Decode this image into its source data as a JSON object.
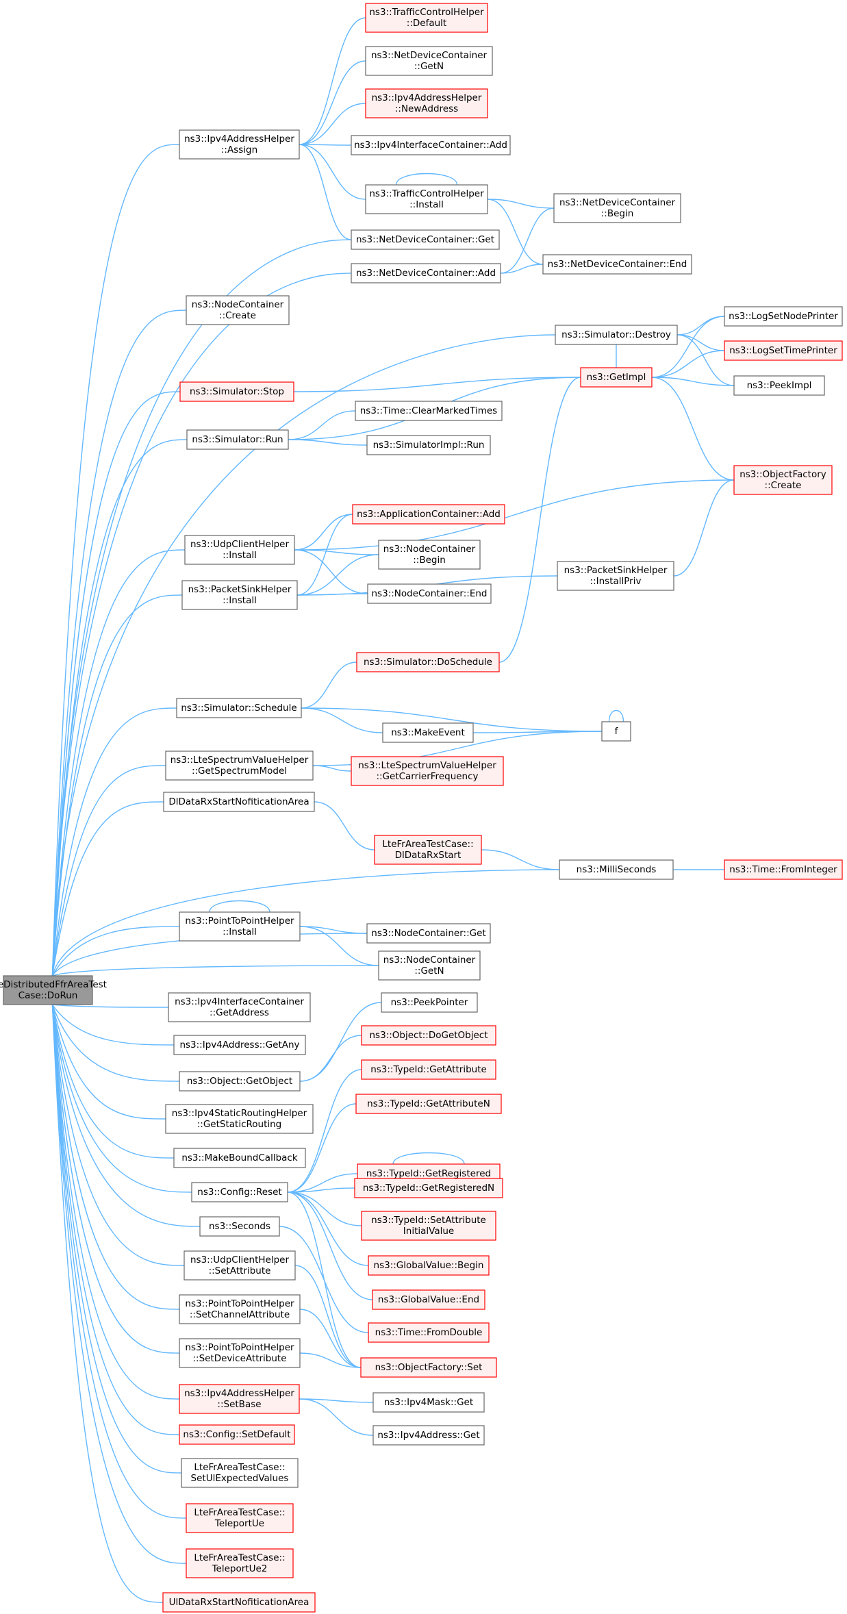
{
  "graph": {
    "edge_color": "#63b8ff",
    "border_normal": "#666666",
    "border_red": "#ff0000",
    "fill_red": "#fff0f0",
    "fill_root": "#999999",
    "nodes": [
      {
        "id": "root",
        "lines": [
          "LteDistributedFfrAreaTest",
          "Case::DoRun"
        ],
        "style": "root"
      },
      {
        "id": "ipv4ah_assign",
        "lines": [
          "ns3::Ipv4AddressHelper",
          "::Assign"
        ],
        "style": "normal"
      },
      {
        "id": "tch_default",
        "lines": [
          "ns3::TrafficControlHelper",
          "::Default"
        ],
        "style": "red"
      },
      {
        "id": "ndc_getn",
        "lines": [
          "ns3::NetDeviceContainer",
          "::GetN"
        ],
        "style": "normal"
      },
      {
        "id": "ipv4ah_newaddr",
        "lines": [
          "ns3::Ipv4AddressHelper",
          "::NewAddress"
        ],
        "style": "red"
      },
      {
        "id": "ipv4ic_add",
        "lines": [
          "ns3::Ipv4InterfaceContainer::Add"
        ],
        "style": "normal"
      },
      {
        "id": "tch_install",
        "lines": [
          "ns3::TrafficControlHelper",
          "::Install"
        ],
        "style": "normal"
      },
      {
        "id": "ndc_begin",
        "lines": [
          "ns3::NetDeviceContainer",
          "::Begin"
        ],
        "style": "normal"
      },
      {
        "id": "ndc_get",
        "lines": [
          "ns3::NetDeviceContainer::Get"
        ],
        "style": "normal"
      },
      {
        "id": "ndc_add",
        "lines": [
          "ns3::NetDeviceContainer::Add"
        ],
        "style": "normal"
      },
      {
        "id": "ndc_end",
        "lines": [
          "ns3::NetDeviceContainer::End"
        ],
        "style": "normal"
      },
      {
        "id": "nc_create",
        "lines": [
          "ns3::NodeContainer",
          "::Create"
        ],
        "style": "normal"
      },
      {
        "id": "sim_destroy",
        "lines": [
          "ns3::Simulator::Destroy"
        ],
        "style": "normal"
      },
      {
        "id": "log_nodeprinter",
        "lines": [
          "ns3::LogSetNodePrinter"
        ],
        "style": "normal"
      },
      {
        "id": "log_timeprinter",
        "lines": [
          "ns3::LogSetTimePrinter"
        ],
        "style": "red"
      },
      {
        "id": "sim_stop",
        "lines": [
          "ns3::Simulator::Stop"
        ],
        "style": "red"
      },
      {
        "id": "getimpl",
        "lines": [
          "ns3::GetImpl"
        ],
        "style": "red"
      },
      {
        "id": "peekimpl",
        "lines": [
          "ns3::PeekImpl"
        ],
        "style": "normal"
      },
      {
        "id": "sim_run",
        "lines": [
          "ns3::Simulator::Run"
        ],
        "style": "normal"
      },
      {
        "id": "time_clear",
        "lines": [
          "ns3::Time::ClearMarkedTimes"
        ],
        "style": "normal"
      },
      {
        "id": "simimpl_run",
        "lines": [
          "ns3::SimulatorImpl::Run"
        ],
        "style": "normal"
      },
      {
        "id": "of_create",
        "lines": [
          "ns3::ObjectFactory",
          "::Create"
        ],
        "style": "red"
      },
      {
        "id": "appc_add",
        "lines": [
          "ns3::ApplicationContainer::Add"
        ],
        "style": "red"
      },
      {
        "id": "udpch_install",
        "lines": [
          "ns3::UdpClientHelper",
          "::Install"
        ],
        "style": "normal"
      },
      {
        "id": "nc_begin",
        "lines": [
          "ns3::NodeContainer",
          "::Begin"
        ],
        "style": "normal"
      },
      {
        "id": "psh_install",
        "lines": [
          "ns3::PacketSinkHelper",
          "::Install"
        ],
        "style": "normal"
      },
      {
        "id": "psh_installpriv",
        "lines": [
          "ns3::PacketSinkHelper",
          "::InstallPriv"
        ],
        "style": "normal"
      },
      {
        "id": "nc_end",
        "lines": [
          "ns3::NodeContainer::End"
        ],
        "style": "normal"
      },
      {
        "id": "sim_doschedule",
        "lines": [
          "ns3::Simulator::DoSchedule"
        ],
        "style": "red"
      },
      {
        "id": "sim_schedule",
        "lines": [
          "ns3::Simulator::Schedule"
        ],
        "style": "normal"
      },
      {
        "id": "f",
        "lines": [
          "f"
        ],
        "style": "normal"
      },
      {
        "id": "makeevent",
        "lines": [
          "ns3::MakeEvent"
        ],
        "style": "normal"
      },
      {
        "id": "ltesvh_getspec",
        "lines": [
          "ns3::LteSpectrumValueHelper",
          "::GetSpectrumModel"
        ],
        "style": "normal"
      },
      {
        "id": "ltesvh_getcarrier",
        "lines": [
          "ns3::LteSpectrumValueHelper",
          "::GetCarrierFrequency"
        ],
        "style": "red"
      },
      {
        "id": "dldata_area",
        "lines": [
          "DlDataRxStartNofiticationArea"
        ],
        "style": "normal"
      },
      {
        "id": "ltefr_dlstart",
        "lines": [
          "LteFrAreaTestCase::",
          "DlDataRxStart"
        ],
        "style": "red"
      },
      {
        "id": "milliseconds",
        "lines": [
          "ns3::MilliSeconds"
        ],
        "style": "normal"
      },
      {
        "id": "time_frominteger",
        "lines": [
          "ns3::Time::FromInteger"
        ],
        "style": "red"
      },
      {
        "id": "p2ph_install",
        "lines": [
          "ns3::PointToPointHelper",
          "::Install"
        ],
        "style": "normal"
      },
      {
        "id": "nc_get",
        "lines": [
          "ns3::NodeContainer::Get"
        ],
        "style": "normal"
      },
      {
        "id": "nc_getn",
        "lines": [
          "ns3::NodeContainer",
          "::GetN"
        ],
        "style": "normal"
      },
      {
        "id": "ipv4ic_getaddr",
        "lines": [
          "ns3::Ipv4InterfaceContainer",
          "::GetAddress"
        ],
        "style": "normal"
      },
      {
        "id": "peekpointer",
        "lines": [
          "ns3::PeekPointer"
        ],
        "style": "normal"
      },
      {
        "id": "ipv4addr_getany",
        "lines": [
          "ns3::Ipv4Address::GetAny"
        ],
        "style": "normal"
      },
      {
        "id": "obj_dogetobject",
        "lines": [
          "ns3::Object::DoGetObject"
        ],
        "style": "red"
      },
      {
        "id": "obj_getobject",
        "lines": [
          "ns3::Object::GetObject"
        ],
        "style": "normal"
      },
      {
        "id": "typeid_getattr",
        "lines": [
          "ns3::TypeId::GetAttribute"
        ],
        "style": "red"
      },
      {
        "id": "ipv4srh_getstatic",
        "lines": [
          "ns3::Ipv4StaticRoutingHelper",
          "::GetStaticRouting"
        ],
        "style": "normal"
      },
      {
        "id": "typeid_getattrn",
        "lines": [
          "ns3::TypeId::GetAttributeN"
        ],
        "style": "red"
      },
      {
        "id": "makeboundcallback",
        "lines": [
          "ns3::MakeBoundCallback"
        ],
        "style": "normal"
      },
      {
        "id": "typeid_getreg",
        "lines": [
          "ns3::TypeId::GetRegistered"
        ],
        "style": "red"
      },
      {
        "id": "config_reset",
        "lines": [
          "ns3::Config::Reset"
        ],
        "style": "normal"
      },
      {
        "id": "typeid_getregn",
        "lines": [
          "ns3::TypeId::GetRegisteredN"
        ],
        "style": "red"
      },
      {
        "id": "typeid_setattrinit",
        "lines": [
          "ns3::TypeId::SetAttribute",
          "InitialValue"
        ],
        "style": "red"
      },
      {
        "id": "seconds",
        "lines": [
          "ns3::Seconds"
        ],
        "style": "normal"
      },
      {
        "id": "gv_begin",
        "lines": [
          "ns3::GlobalValue::Begin"
        ],
        "style": "red"
      },
      {
        "id": "udpch_setattr",
        "lines": [
          "ns3::UdpClientHelper",
          "::SetAttribute"
        ],
        "style": "normal"
      },
      {
        "id": "gv_end",
        "lines": [
          "ns3::GlobalValue::End"
        ],
        "style": "red"
      },
      {
        "id": "p2ph_setchannel",
        "lines": [
          "ns3::PointToPointHelper",
          "::SetChannelAttribute"
        ],
        "style": "normal"
      },
      {
        "id": "time_fromdouble",
        "lines": [
          "ns3::Time::FromDouble"
        ],
        "style": "red"
      },
      {
        "id": "p2ph_setdevice",
        "lines": [
          "ns3::PointToPointHelper",
          "::SetDeviceAttribute"
        ],
        "style": "normal"
      },
      {
        "id": "of_set",
        "lines": [
          "ns3::ObjectFactory::Set"
        ],
        "style": "red"
      },
      {
        "id": "ipv4ah_setbase",
        "lines": [
          "ns3::Ipv4AddressHelper",
          "::SetBase"
        ],
        "style": "red"
      },
      {
        "id": "ipv4mask_get",
        "lines": [
          "ns3::Ipv4Mask::Get"
        ],
        "style": "normal"
      },
      {
        "id": "config_setdefault",
        "lines": [
          "ns3::Config::SetDefault"
        ],
        "style": "red"
      },
      {
        "id": "ipv4addr_get",
        "lines": [
          "ns3::Ipv4Address::Get"
        ],
        "style": "normal"
      },
      {
        "id": "ltefr_setul",
        "lines": [
          "LteFrAreaTestCase::",
          "SetUlExpectedValues"
        ],
        "style": "normal"
      },
      {
        "id": "ltefr_teleport",
        "lines": [
          "LteFrAreaTestCase::",
          "TeleportUe"
        ],
        "style": "red"
      },
      {
        "id": "ltefr_teleport2",
        "lines": [
          "LteFrAreaTestCase::",
          "TeleportUe2"
        ],
        "style": "red"
      },
      {
        "id": "uldata_area",
        "lines": [
          "UlDataRxStartNofiticationArea"
        ],
        "style": "red"
      }
    ],
    "edges": [
      [
        "root",
        "ipv4ah_assign"
      ],
      [
        "root",
        "ndc_get"
      ],
      [
        "root",
        "ndc_add"
      ],
      [
        "root",
        "nc_create"
      ],
      [
        "root",
        "sim_destroy"
      ],
      [
        "root",
        "sim_stop"
      ],
      [
        "root",
        "sim_run"
      ],
      [
        "root",
        "udpch_install"
      ],
      [
        "root",
        "psh_install"
      ],
      [
        "root",
        "sim_schedule"
      ],
      [
        "root",
        "ltesvh_getspec"
      ],
      [
        "root",
        "dldata_area"
      ],
      [
        "root",
        "milliseconds"
      ],
      [
        "root",
        "p2ph_install"
      ],
      [
        "root",
        "nc_get"
      ],
      [
        "root",
        "nc_getn"
      ],
      [
        "root",
        "ipv4ic_getaddr"
      ],
      [
        "root",
        "ipv4addr_getany"
      ],
      [
        "root",
        "obj_getobject"
      ],
      [
        "root",
        "ipv4srh_getstatic"
      ],
      [
        "root",
        "makeboundcallback"
      ],
      [
        "root",
        "config_reset"
      ],
      [
        "root",
        "seconds"
      ],
      [
        "root",
        "udpch_setattr"
      ],
      [
        "root",
        "p2ph_setchannel"
      ],
      [
        "root",
        "p2ph_setdevice"
      ],
      [
        "root",
        "ipv4ah_setbase"
      ],
      [
        "root",
        "config_setdefault"
      ],
      [
        "root",
        "ltefr_setul"
      ],
      [
        "root",
        "ltefr_teleport"
      ],
      [
        "root",
        "ltefr_teleport2"
      ],
      [
        "root",
        "uldata_area"
      ],
      [
        "ipv4ah_assign",
        "tch_default"
      ],
      [
        "ipv4ah_assign",
        "ndc_getn"
      ],
      [
        "ipv4ah_assign",
        "ipv4ah_newaddr"
      ],
      [
        "ipv4ah_assign",
        "ipv4ic_add"
      ],
      [
        "ipv4ah_assign",
        "tch_install"
      ],
      [
        "ipv4ah_assign",
        "ndc_get"
      ],
      [
        "tch_install",
        "tch_install"
      ],
      [
        "tch_install",
        "ndc_begin"
      ],
      [
        "tch_install",
        "ndc_end"
      ],
      [
        "ndc_add",
        "ndc_begin"
      ],
      [
        "ndc_add",
        "ndc_end"
      ],
      [
        "sim_destroy",
        "log_nodeprinter"
      ],
      [
        "sim_destroy",
        "log_timeprinter"
      ],
      [
        "sim_destroy",
        "getimpl"
      ],
      [
        "sim_destroy",
        "peekimpl"
      ],
      [
        "sim_stop",
        "getimpl"
      ],
      [
        "getimpl",
        "log_nodeprinter"
      ],
      [
        "getimpl",
        "log_timeprinter"
      ],
      [
        "getimpl",
        "peekimpl"
      ],
      [
        "getimpl",
        "of_create"
      ],
      [
        "sim_run",
        "getimpl"
      ],
      [
        "sim_run",
        "time_clear"
      ],
      [
        "sim_run",
        "simimpl_run"
      ],
      [
        "udpch_install",
        "of_create"
      ],
      [
        "udpch_install",
        "appc_add"
      ],
      [
        "udpch_install",
        "nc_begin"
      ],
      [
        "udpch_install",
        "nc_end"
      ],
      [
        "psh_install",
        "appc_add"
      ],
      [
        "psh_install",
        "nc_begin"
      ],
      [
        "psh_install",
        "nc_end"
      ],
      [
        "psh_install",
        "psh_installpriv"
      ],
      [
        "psh_installpriv",
        "of_create"
      ],
      [
        "sim_doschedule",
        "getimpl"
      ],
      [
        "sim_schedule",
        "sim_doschedule"
      ],
      [
        "sim_schedule",
        "f"
      ],
      [
        "sim_schedule",
        "makeevent"
      ],
      [
        "makeevent",
        "f"
      ],
      [
        "f",
        "f"
      ],
      [
        "ltesvh_getspec",
        "ltesvh_getcarrier"
      ],
      [
        "ltesvh_getspec",
        "f"
      ],
      [
        "dldata_area",
        "ltefr_dlstart"
      ],
      [
        "ltefr_dlstart",
        "milliseconds"
      ],
      [
        "milliseconds",
        "time_frominteger"
      ],
      [
        "p2ph_install",
        "p2ph_install"
      ],
      [
        "p2ph_install",
        "nc_get"
      ],
      [
        "p2ph_install",
        "nc_getn"
      ],
      [
        "obj_getobject",
        "peekpointer"
      ],
      [
        "obj_getobject",
        "obj_dogetobject"
      ],
      [
        "config_reset",
        "typeid_getattr"
      ],
      [
        "config_reset",
        "typeid_getattrn"
      ],
      [
        "config_reset",
        "typeid_getreg"
      ],
      [
        "config_reset",
        "typeid_getregn"
      ],
      [
        "config_reset",
        "typeid_setattrinit"
      ],
      [
        "config_reset",
        "gv_begin"
      ],
      [
        "config_reset",
        "gv_end"
      ],
      [
        "config_reset",
        "of_set"
      ],
      [
        "typeid_getreg",
        "typeid_getreg"
      ],
      [
        "seconds",
        "time_fromdouble"
      ],
      [
        "udpch_setattr",
        "of_set"
      ],
      [
        "p2ph_setchannel",
        "of_set"
      ],
      [
        "p2ph_setdevice",
        "of_set"
      ],
      [
        "ipv4ah_setbase",
        "ipv4mask_get"
      ],
      [
        "ipv4ah_setbase",
        "ipv4addr_get"
      ]
    ]
  }
}
